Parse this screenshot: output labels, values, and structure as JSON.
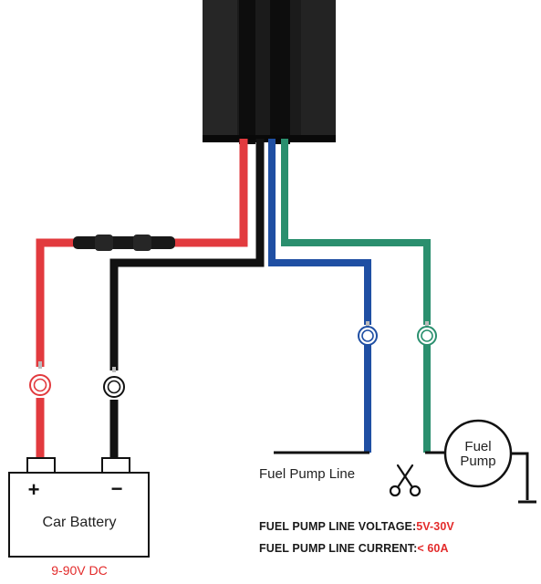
{
  "battery": {
    "label": "Car Battery",
    "positive": "+",
    "negative": "−",
    "voltage": "9-90V DC"
  },
  "fuel_pump": {
    "label_line1": "Fuel",
    "label_line2": "Pump"
  },
  "fuel_pump_line": {
    "label": "Fuel Pump Line",
    "cut_icon": "scissors-icon"
  },
  "specs": {
    "voltage_label": "FUEL PUMP LINE VOLTAGE:",
    "voltage_value": "5V-30V",
    "current_label": "FUEL PUMP LINE CURRENT:",
    "current_value": "< 60A"
  },
  "colors": {
    "red_wire": "#e23a3e",
    "black_wire": "#111111",
    "blue_wire": "#1f4fa3",
    "green_wire": "#2a8f6e",
    "accent_text": "#e32b2b"
  }
}
